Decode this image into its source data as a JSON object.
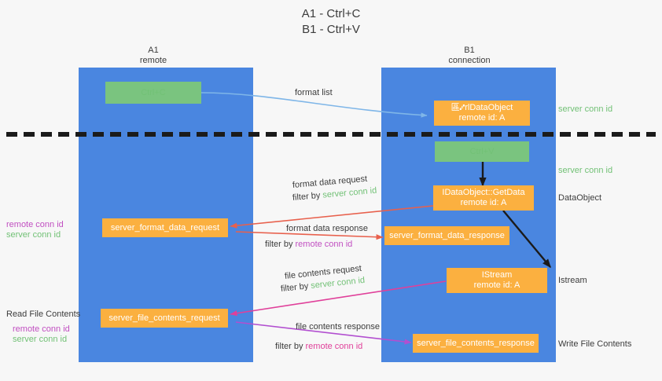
{
  "title": {
    "line1": "A1 - Ctrl+C",
    "line2": "B1 - Ctrl+V"
  },
  "colors": {
    "lane": "#4a86e0",
    "orange": "#fbb040",
    "green_box": "#7ac47f",
    "green_text": "#72c176",
    "magenta_text": "#c14fc1",
    "pink_text": "#e0409a",
    "dark_text": "#3c3c3c",
    "background": "#f7f7f7",
    "divider": "#1b1b1b"
  },
  "lanes": [
    {
      "id": "a1",
      "title": "A1",
      "subtitle": "remote"
    },
    {
      "id": "b1",
      "title": "B1",
      "subtitle": "connection"
    }
  ],
  "nodes": [
    {
      "id": "ctrl-c",
      "kind": "green",
      "line1": "Ctrl+C",
      "line2": ""
    },
    {
      "id": "idataobject",
      "kind": "orange",
      "line1": "區⑇rlDataObject",
      "line2": "remote id: A"
    },
    {
      "id": "ctrl-v",
      "kind": "green",
      "line1": "Ctrl+V",
      "line2": ""
    },
    {
      "id": "getdata",
      "kind": "orange",
      "line1": "IDataObject::GetData",
      "line2": "remote id: A"
    },
    {
      "id": "fmt-data-request",
      "kind": "orange",
      "line1": "server_format_data_request",
      "line2": ""
    },
    {
      "id": "fmt-data-response",
      "kind": "orange",
      "line1": "server_format_data_response",
      "line2": ""
    },
    {
      "id": "istream",
      "kind": "orange",
      "line1": "IStream",
      "line2": "remote id: A"
    },
    {
      "id": "file-contents-req",
      "kind": "orange",
      "line1": "server_file_contents_request",
      "line2": ""
    },
    {
      "id": "file-contents-resp",
      "kind": "orange",
      "line1": "server_file_contents_response",
      "line2": ""
    }
  ],
  "edge_labels": {
    "format_list": "format list",
    "format_data_request": "format data request",
    "format_data_request_filter_prefix": "filter by ",
    "format_data_request_filter_value": "server conn id",
    "format_data_response": "format data response",
    "format_data_response_filter_prefix": "filter by ",
    "format_data_response_filter_value": "remote conn id",
    "file_contents_request": "file contents request",
    "file_contents_request_filter_prefix": "filter by ",
    "file_contents_request_filter_value": "server conn id",
    "file_contents_response": "file contents response",
    "file_contents_response_filter_prefix": "filter by ",
    "file_contents_response_filter_value": "remote conn id"
  },
  "annotations": {
    "right_server_conn_id_top": "server conn id",
    "right_server_conn_id_mid": "server conn id",
    "right_dataobject": "DataObject",
    "right_istream": "Istream",
    "right_write_file_contents": "Write File Contents",
    "left_remote_conn_id_1": "remote conn id",
    "left_server_conn_id_1": "server conn id",
    "left_read_file_contents": "Read File Contents",
    "left_remote_conn_id_2": "remote conn id",
    "left_server_conn_id_2": "server conn id"
  }
}
